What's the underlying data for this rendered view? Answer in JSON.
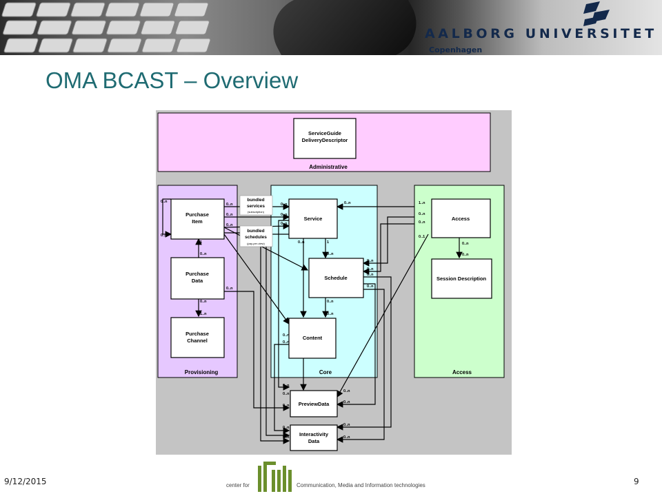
{
  "header": {
    "university": "AALBORG UNIVERSITET",
    "campus": "Copenhagen"
  },
  "slide": {
    "title": "OMA BCAST – Overview"
  },
  "diagram": {
    "groups": {
      "administrative": "Administrative",
      "provisioning": "Provisioning",
      "core": "Core",
      "access": "Access"
    },
    "nodes": {
      "sgdd_line1": "ServiceGuide",
      "sgdd_line2": "DeliveryDescriptor",
      "purchase_item_1": "Purchase",
      "purchase_item_2": "Item",
      "purchase_data_1": "Purchase",
      "purchase_data_2": "Data",
      "purchase_channel_1": "Purchase",
      "purchase_channel_2": "Channel",
      "service": "Service",
      "schedule": "Schedule",
      "content": "Content",
      "access": "Access",
      "session_description": "Session Description",
      "preview_data": "PreviewData",
      "interactivity_1": "Interactivity",
      "interactivity_2": "Data"
    },
    "notes": {
      "bundled_services_1": "bundled",
      "bundled_services_2": "services",
      "bundled_services_3": "(subscription)",
      "bundled_schedules_1": "bundled",
      "bundled_schedules_2": "schedules",
      "bundled_schedules_3": "(pay-per-view)"
    },
    "multiplicity": {
      "zero_n": "0..n",
      "one": "1",
      "one_n": "1..n",
      "zero_one": "0..1"
    }
  },
  "footer": {
    "date": "9/12/2015",
    "page": "9",
    "center_for": "center for",
    "center_name": "Communication, Media and Information technologies"
  }
}
